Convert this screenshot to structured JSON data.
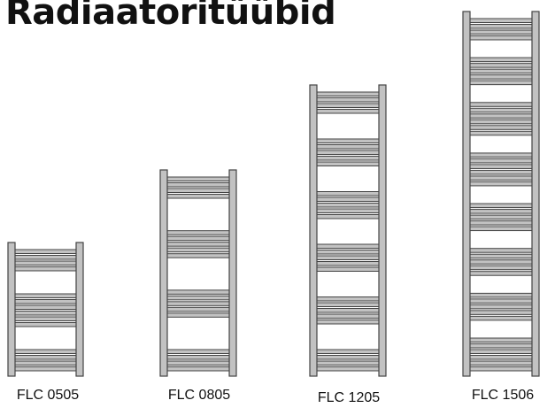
{
  "title": "Radiaatoritüübid",
  "radiators": [
    {
      "model": "FLC 0505",
      "groups": [
        4,
        6,
        4
      ]
    },
    {
      "model": "FLC 0805",
      "groups": [
        4,
        5,
        5,
        4
      ]
    },
    {
      "model": "FLC 1205",
      "groups": [
        4,
        5,
        5,
        5,
        5,
        4
      ]
    },
    {
      "model": "FLC 1506",
      "groups": [
        4,
        5,
        6,
        6,
        5,
        5,
        5,
        6
      ]
    }
  ],
  "colors": {
    "frame_fill": "#c2c2c2",
    "frame_stroke": "#444444",
    "text": "#111111"
  }
}
